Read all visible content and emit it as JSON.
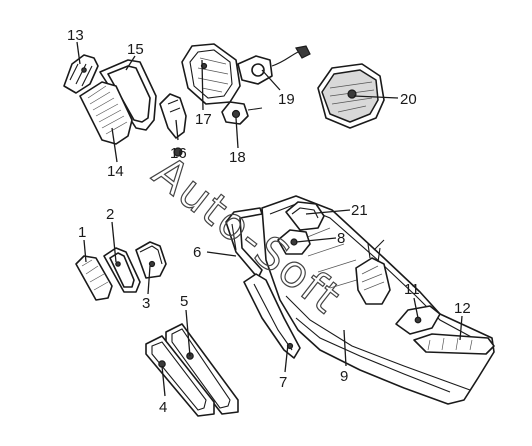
{
  "watermark": "Auto-Soft",
  "callouts": {
    "c1": "1",
    "c2": "2",
    "c3": "3",
    "c4": "4",
    "c5": "5",
    "c6": "6",
    "c7": "7",
    "c8": "8",
    "c9": "9",
    "c11": "11",
    "c12": "12",
    "c13": "13",
    "c14": "14",
    "c15": "15",
    "c16": "16",
    "c17": "17",
    "c18": "18",
    "c19": "19",
    "c20": "20",
    "c21": "21"
  }
}
